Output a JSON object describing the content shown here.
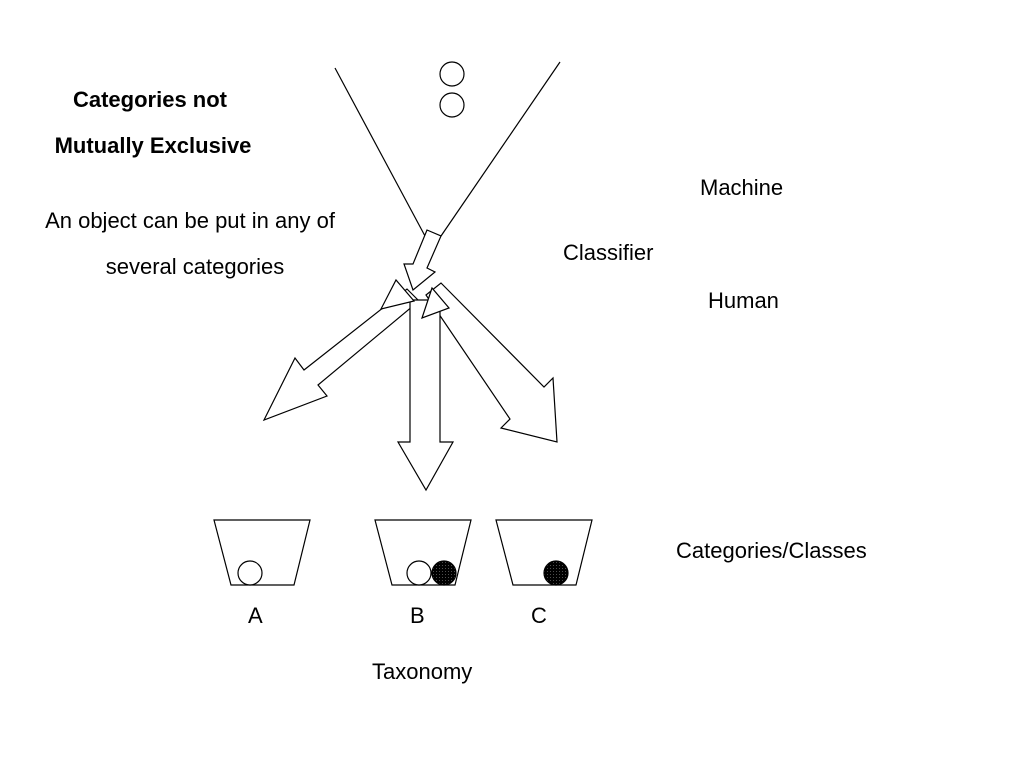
{
  "title": {
    "line1": "Categories not",
    "line2": "Mutually Exclusive"
  },
  "description": {
    "line1": "An object can be put in any of",
    "line2": "several categories"
  },
  "labels": {
    "machine": "Machine",
    "classifier": "Classifier",
    "human": "Human",
    "categories_classes": "Categories/Classes",
    "taxonomy": "Taxonomy"
  },
  "bins": [
    {
      "label": "A",
      "objects": [
        "empty"
      ]
    },
    {
      "label": "B",
      "objects": [
        "empty",
        "filled"
      ]
    },
    {
      "label": "C",
      "objects": [
        "filled"
      ]
    }
  ],
  "colors": {
    "stroke": "#000000",
    "background": "#ffffff",
    "filled_object": "#000000"
  }
}
